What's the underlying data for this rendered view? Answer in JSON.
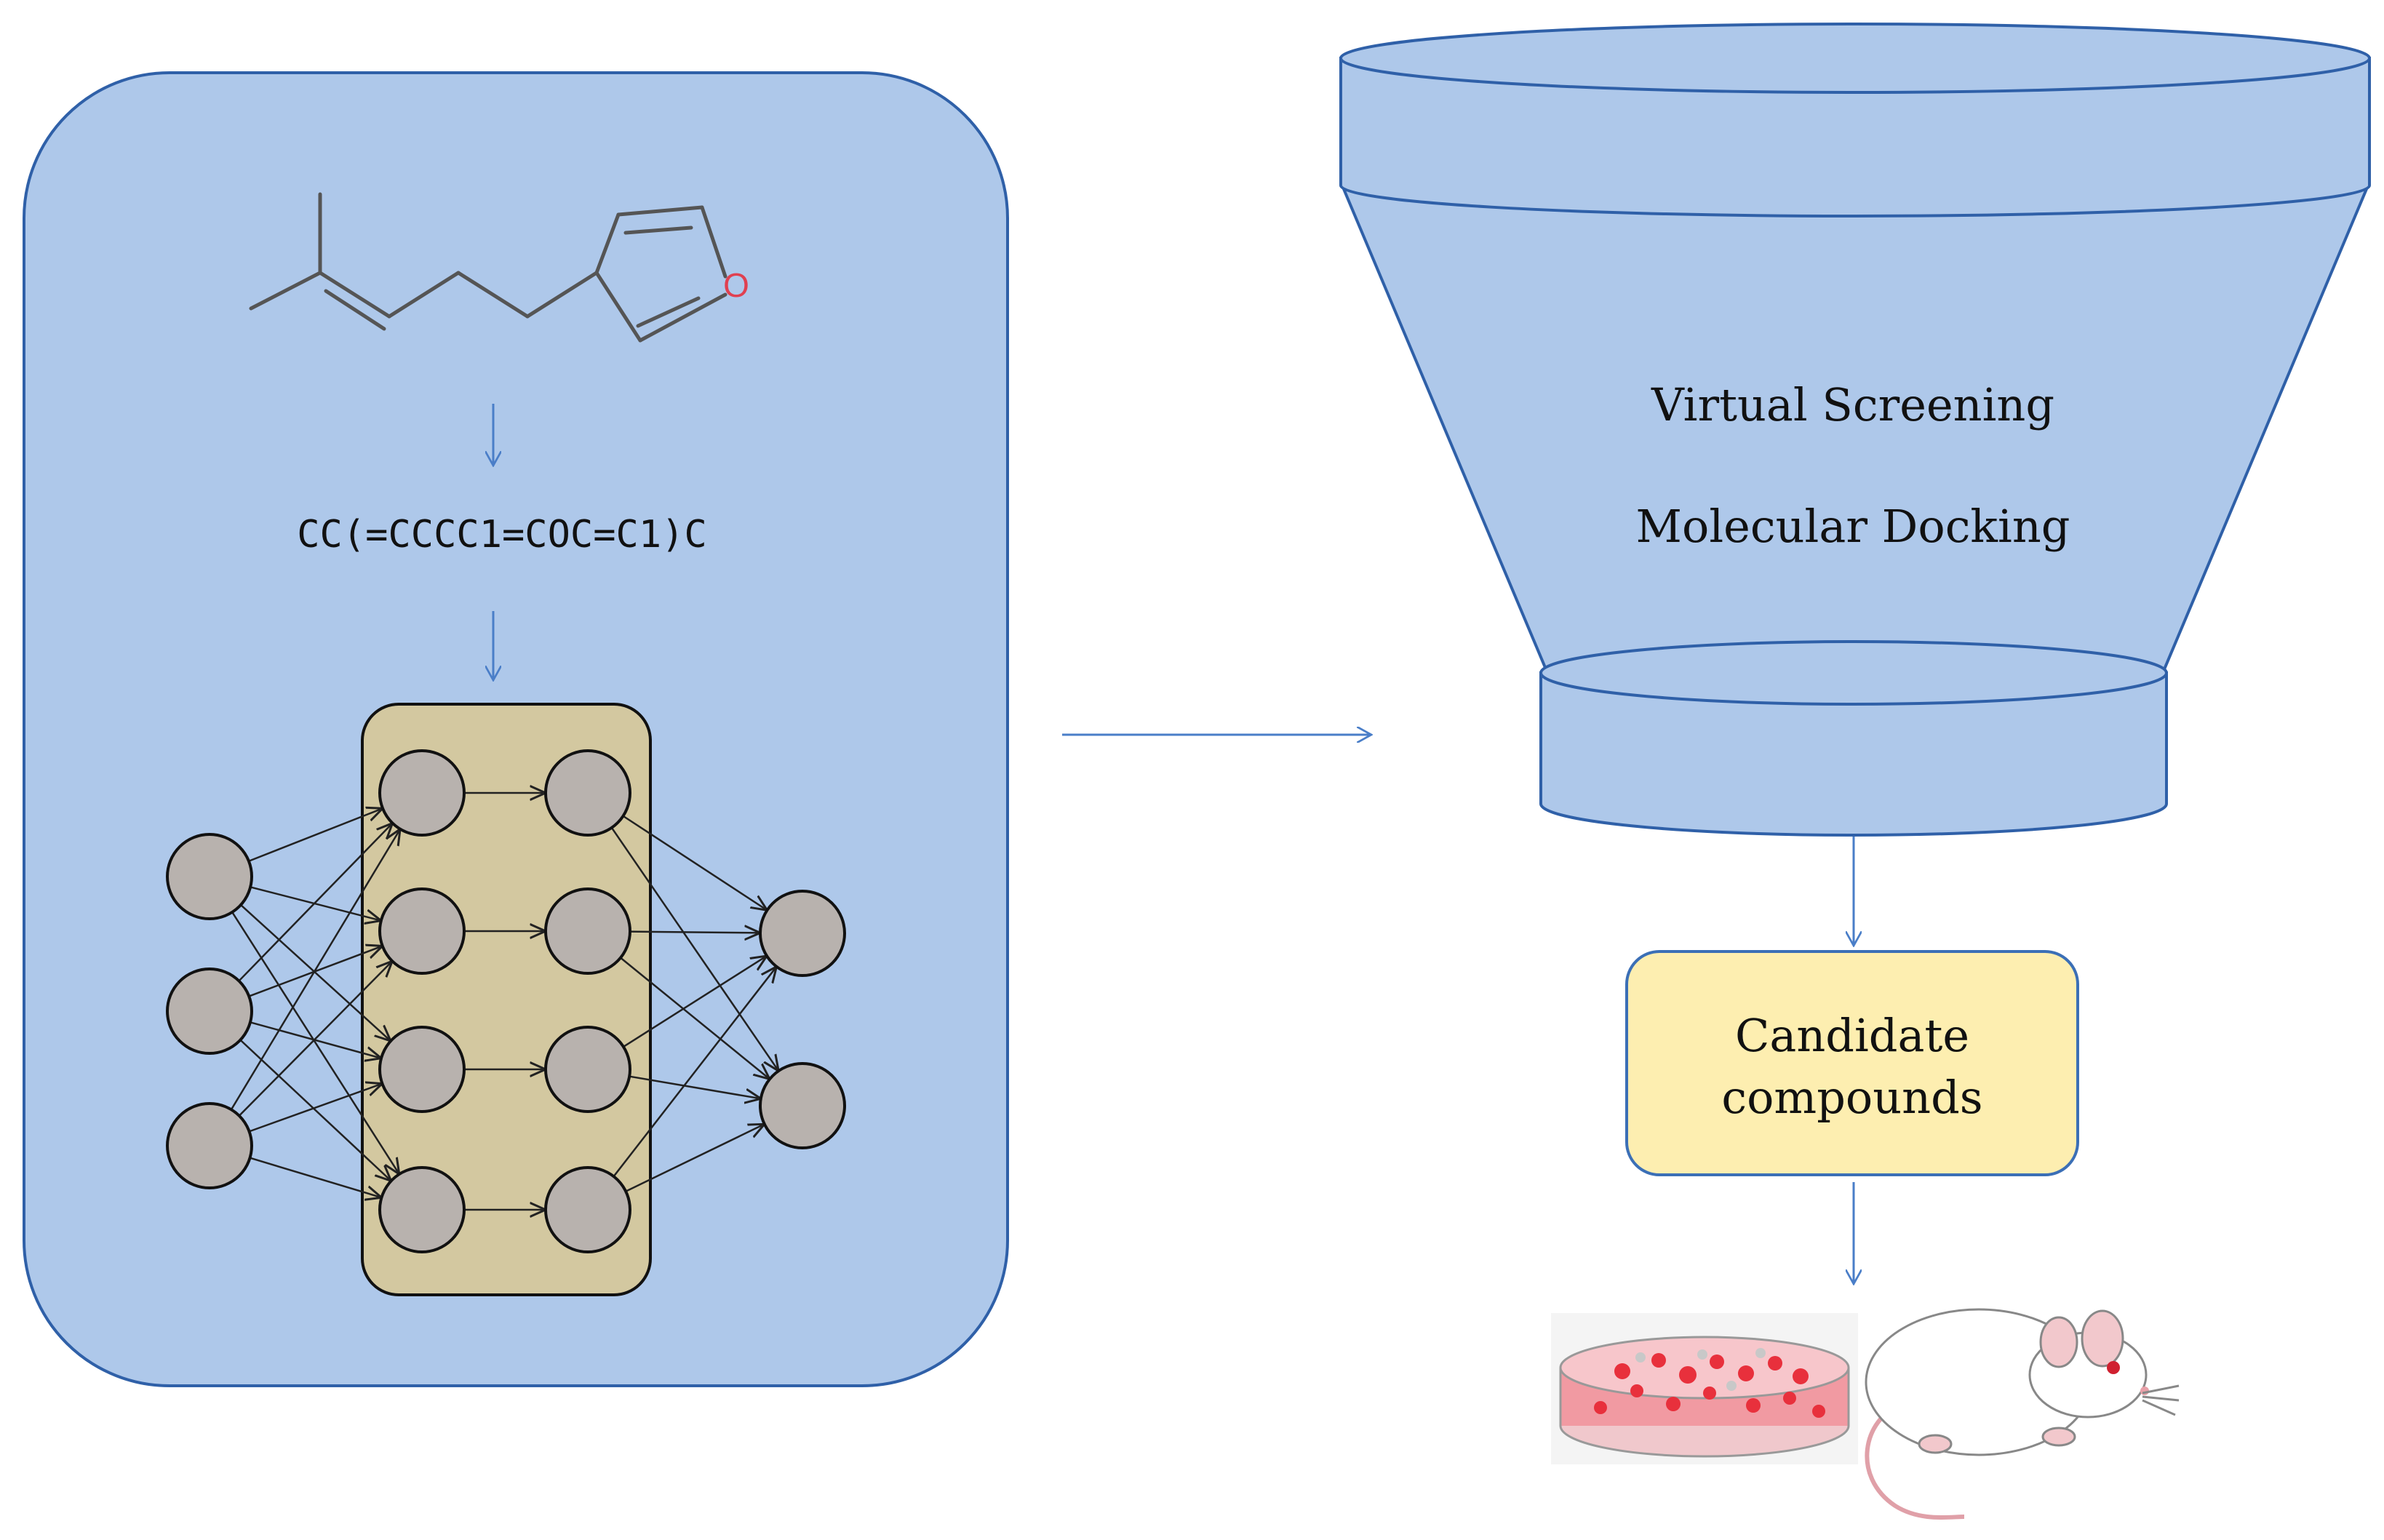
{
  "smiles": "CC(=CCCC1=COC=C1)C",
  "atom_label": "O",
  "funnel": {
    "line1": "Virtual Screening",
    "line2": "Molecular Docking"
  },
  "candidate": {
    "line1": "Candidate",
    "line2": "compounds"
  },
  "network": {
    "input_nodes": 3,
    "hidden_layers": 2,
    "hidden_nodes_per_layer": 4,
    "output_nodes": 2
  },
  "colors": {
    "panel_fill": "#aec8ea",
    "panel_stroke": "#2f60a8",
    "arrow": "#4a7ec8",
    "hidden_box_fill": "#d3c8a0",
    "node_fill": "#b8b2ae",
    "candidate_fill": "#fdeeb0",
    "candidate_stroke": "#3b6fb6",
    "oxygen": "#e04050"
  },
  "icons": [
    "molecule-structure",
    "petri-dish-icon",
    "lab-mouse-icon"
  ]
}
